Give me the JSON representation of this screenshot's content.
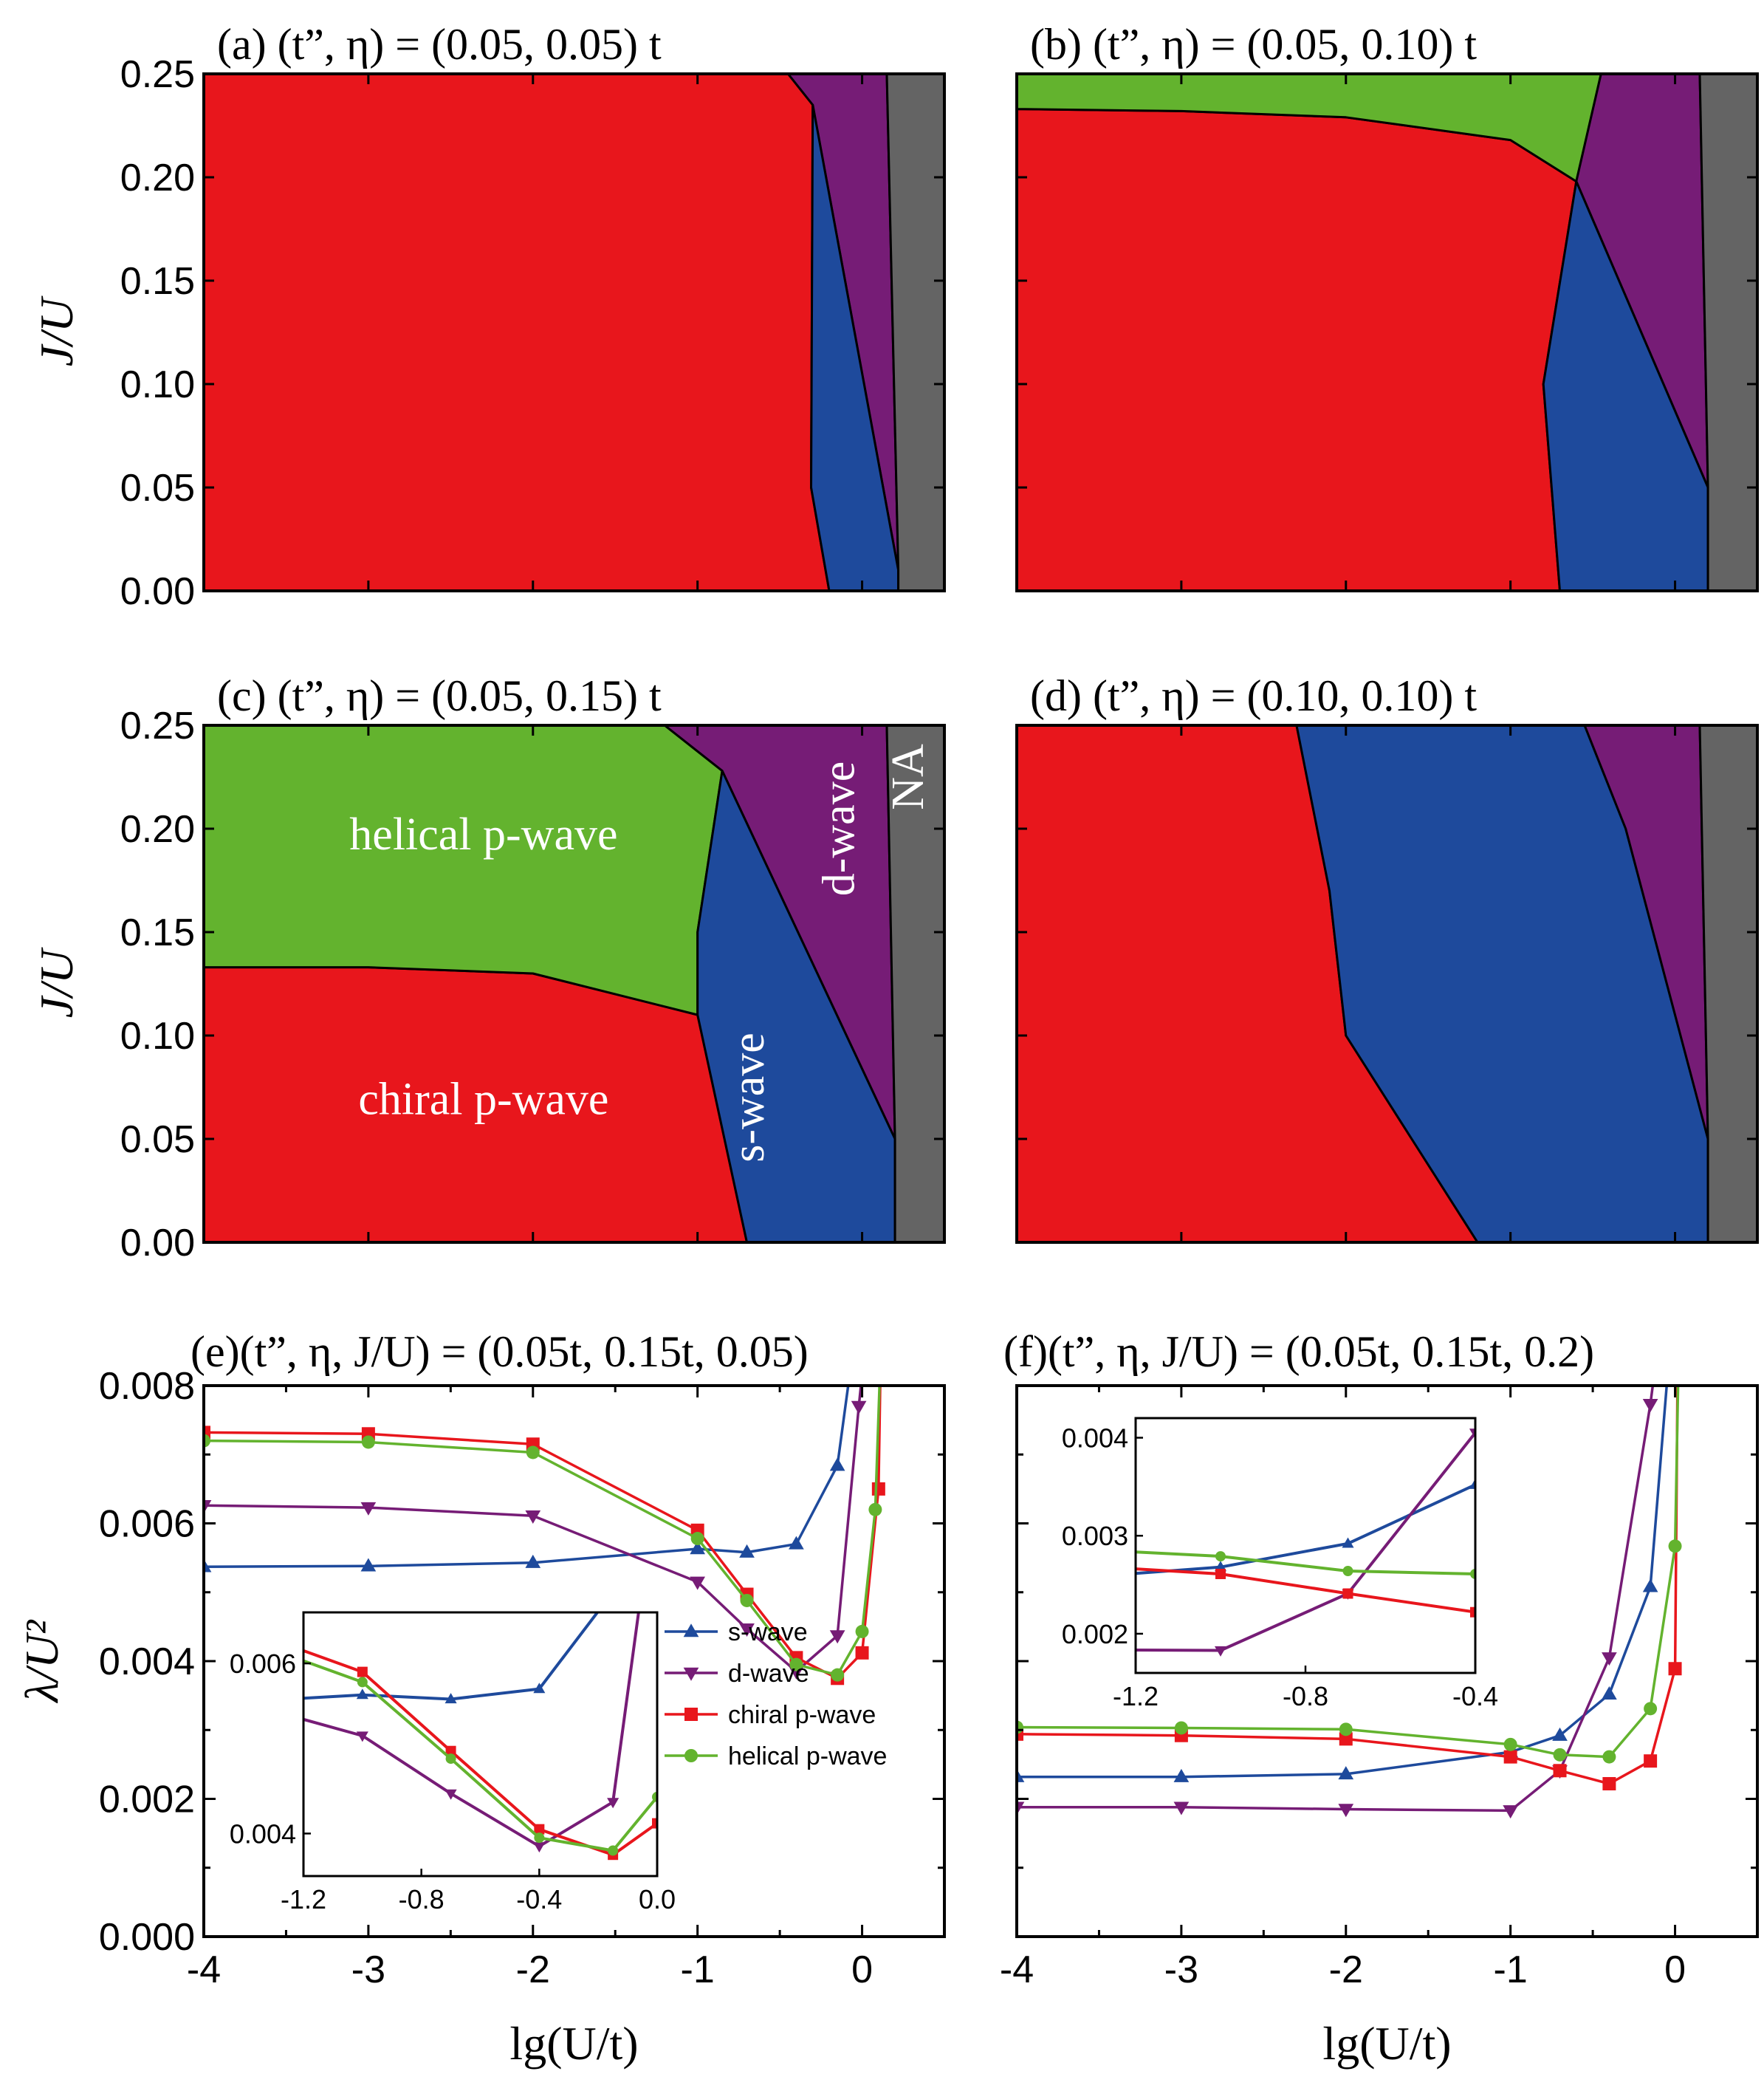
{
  "colors": {
    "chiral": "#e8161c",
    "helical": "#63b32e",
    "swave": "#1e4a9c",
    "dwave": "#761c76",
    "na": "#646464"
  },
  "axes": {
    "phase_ylabel": "J/U",
    "lambda_ylabel": "λ/U²",
    "xlabel": "lg(U/t)"
  },
  "chart_data": [
    {
      "id": "a",
      "type": "area",
      "title": "(a)  (t”, η) = (0.05, 0.05) t",
      "xlim": [
        -4,
        0.5
      ],
      "ylim": [
        0,
        0.25
      ],
      "yticks": [
        "0.00",
        "0.05",
        "0.10",
        "0.15",
        "0.20",
        "0.25"
      ],
      "regions": [
        {
          "phase": "chiral",
          "polygon": [
            [
              -4,
              0
            ],
            [
              -4,
              0.25
            ],
            [
              -0.45,
              0.25
            ],
            [
              -0.3,
              0.235
            ],
            [
              -0.31,
              0.05
            ],
            [
              -0.2,
              0
            ],
            [
              -4,
              0
            ]
          ]
        },
        {
          "phase": "dwave",
          "polygon": [
            [
              -0.45,
              0.25
            ],
            [
              0.15,
              0.25
            ],
            [
              0.22,
              0.01
            ],
            [
              -0.3,
              0.235
            ]
          ]
        },
        {
          "phase": "swave",
          "polygon": [
            [
              -0.3,
              0.235
            ],
            [
              0.22,
              0.01
            ],
            [
              0.22,
              0
            ],
            [
              -0.2,
              0
            ],
            [
              -0.31,
              0.05
            ]
          ]
        },
        {
          "phase": "na",
          "polygon": [
            [
              0.15,
              0.25
            ],
            [
              0.5,
              0.25
            ],
            [
              0.5,
              0
            ],
            [
              0.22,
              0
            ],
            [
              0.22,
              0.01
            ]
          ]
        }
      ]
    },
    {
      "id": "b",
      "type": "area",
      "title": "(b)  (t”, η) = (0.05, 0.10) t",
      "xlim": [
        -4,
        0.5
      ],
      "ylim": [
        0,
        0.25
      ],
      "yticks": [],
      "regions": [
        {
          "phase": "chiral",
          "polygon": [
            [
              -4,
              0
            ],
            [
              -4,
              0.233
            ],
            [
              -3,
              0.232
            ],
            [
              -2,
              0.229
            ],
            [
              -1,
              0.218
            ],
            [
              -0.6,
              0.198
            ],
            [
              -0.8,
              0.1
            ],
            [
              -0.7,
              0
            ],
            [
              -4,
              0
            ]
          ]
        },
        {
          "phase": "helical",
          "polygon": [
            [
              -4,
              0.233
            ],
            [
              -4,
              0.25
            ],
            [
              -0.45,
              0.25
            ],
            [
              -0.6,
              0.198
            ],
            [
              -1,
              0.218
            ],
            [
              -2,
              0.229
            ],
            [
              -3,
              0.232
            ]
          ]
        },
        {
          "phase": "dwave",
          "polygon": [
            [
              -0.45,
              0.25
            ],
            [
              0.15,
              0.25
            ],
            [
              0.2,
              0.05
            ],
            [
              -0.6,
              0.198
            ]
          ]
        },
        {
          "phase": "swave",
          "polygon": [
            [
              -0.6,
              0.198
            ],
            [
              0.2,
              0.05
            ],
            [
              0.2,
              0
            ],
            [
              -0.7,
              0
            ],
            [
              -0.8,
              0.1
            ]
          ]
        },
        {
          "phase": "na",
          "polygon": [
            [
              0.15,
              0.25
            ],
            [
              0.5,
              0.25
            ],
            [
              0.5,
              0
            ],
            [
              0.2,
              0
            ],
            [
              0.2,
              0.05
            ]
          ]
        }
      ]
    },
    {
      "id": "c",
      "type": "area",
      "title": "(c)  (t”, η) = (0.05, 0.15) t",
      "xlim": [
        -4,
        0.5
      ],
      "ylim": [
        0,
        0.25
      ],
      "yticks": [
        "0.00",
        "0.05",
        "0.10",
        "0.15",
        "0.20",
        "0.25"
      ],
      "region_labels": [
        "helical p-wave",
        "chiral p-wave",
        "s-wave",
        "d-wave",
        "NA"
      ],
      "regions": [
        {
          "phase": "chiral",
          "polygon": [
            [
              -4,
              0
            ],
            [
              -4,
              0.133
            ],
            [
              -3,
              0.133
            ],
            [
              -2,
              0.13
            ],
            [
              -1,
              0.11
            ],
            [
              -0.7,
              0
            ],
            [
              -4,
              0
            ]
          ]
        },
        {
          "phase": "helical",
          "polygon": [
            [
              -4,
              0.133
            ],
            [
              -4,
              0.25
            ],
            [
              -1.2,
              0.25
            ],
            [
              -0.85,
              0.228
            ],
            [
              -1,
              0.15
            ],
            [
              -1,
              0.11
            ],
            [
              -2,
              0.13
            ],
            [
              -3,
              0.133
            ]
          ]
        },
        {
          "phase": "dwave",
          "polygon": [
            [
              -1.2,
              0.25
            ],
            [
              0.15,
              0.25
            ],
            [
              0.2,
              0.05
            ],
            [
              -0.85,
              0.228
            ]
          ]
        },
        {
          "phase": "swave",
          "polygon": [
            [
              -0.85,
              0.228
            ],
            [
              0.2,
              0.05
            ],
            [
              0.2,
              0
            ],
            [
              -0.7,
              0
            ],
            [
              -1,
              0.11
            ],
            [
              -1,
              0.15
            ]
          ]
        },
        {
          "phase": "na",
          "polygon": [
            [
              0.15,
              0.25
            ],
            [
              0.5,
              0.25
            ],
            [
              0.5,
              0
            ],
            [
              0.2,
              0
            ],
            [
              0.2,
              0.05
            ]
          ]
        }
      ]
    },
    {
      "id": "d",
      "type": "area",
      "title": "(d)  (t”, η) = (0.10, 0.10) t",
      "xlim": [
        -4,
        0.5
      ],
      "ylim": [
        0,
        0.25
      ],
      "yticks": [],
      "regions": [
        {
          "phase": "chiral",
          "polygon": [
            [
              -4,
              0
            ],
            [
              -4,
              0.25
            ],
            [
              -2.3,
              0.25
            ],
            [
              -2.1,
              0.17
            ],
            [
              -2,
              0.1
            ],
            [
              -1.6,
              0.05
            ],
            [
              -1.2,
              0
            ],
            [
              -4,
              0
            ]
          ]
        },
        {
          "phase": "swave",
          "polygon": [
            [
              -2.3,
              0.25
            ],
            [
              -0.55,
              0.25
            ],
            [
              -0.3,
              0.2
            ],
            [
              0.2,
              0.05
            ],
            [
              0.2,
              0
            ],
            [
              -1.2,
              0
            ],
            [
              -1.6,
              0.05
            ],
            [
              -2,
              0.1
            ],
            [
              -2.1,
              0.17
            ]
          ]
        },
        {
          "phase": "dwave",
          "polygon": [
            [
              -0.55,
              0.25
            ],
            [
              0.15,
              0.25
            ],
            [
              0.2,
              0.05
            ],
            [
              -0.3,
              0.2
            ]
          ]
        },
        {
          "phase": "na",
          "polygon": [
            [
              0.15,
              0.25
            ],
            [
              0.5,
              0.25
            ],
            [
              0.5,
              0
            ],
            [
              0.2,
              0
            ],
            [
              0.2,
              0.05
            ]
          ]
        }
      ]
    },
    {
      "id": "e",
      "type": "line",
      "title": "(e)(t”, η, J/U) = (0.05t, 0.15t, 0.05)",
      "xlim": [
        -4,
        0.5
      ],
      "ylim": [
        0,
        0.008
      ],
      "xticks": [
        "-4",
        "-3",
        "-2",
        "-1",
        "0"
      ],
      "yticks": [
        "0.000",
        "0.002",
        "0.004",
        "0.006",
        "0.008"
      ],
      "series": [
        {
          "name": "s-wave",
          "phase": "swave",
          "marker": "triangle-up",
          "x": [
            -4,
            -3,
            -2,
            -1,
            -0.7,
            -0.4,
            -0.15,
            0
          ],
          "y": [
            0.00537,
            0.00538,
            0.00543,
            0.00563,
            0.00558,
            0.0057,
            0.00684,
            0.0095
          ]
        },
        {
          "name": "d-wave",
          "phase": "dwave",
          "marker": "triangle-down",
          "x": [
            -4,
            -3,
            -2,
            -1,
            -0.7,
            -0.4,
            -0.15,
            -0.02,
            0.1
          ],
          "y": [
            0.00626,
            0.00623,
            0.00611,
            0.00515,
            0.00447,
            0.00385,
            0.00437,
            0.0077,
            0.0105
          ]
        },
        {
          "name": "chiral p-wave",
          "phase": "chiral",
          "marker": "square",
          "x": [
            -4,
            -3,
            -2,
            -1,
            -0.7,
            -0.4,
            -0.15,
            0,
            0.1,
            0.12
          ],
          "y": [
            0.00732,
            0.0073,
            0.00715,
            0.0059,
            0.00497,
            0.00405,
            0.00375,
            0.00412,
            0.0065,
            0.0095
          ]
        },
        {
          "name": "helical p-wave",
          "phase": "helical",
          "marker": "circle",
          "x": [
            -4,
            -3,
            -2,
            -1,
            -0.7,
            -0.4,
            -0.15,
            0,
            0.08,
            0.12
          ],
          "y": [
            0.0072,
            0.00718,
            0.00703,
            0.00578,
            0.00488,
            0.00395,
            0.0038,
            0.00443,
            0.0062,
            0.009
          ]
        }
      ],
      "inset": {
        "xlim": [
          -1.2,
          0
        ],
        "ylim": [
          0.0035,
          0.0066
        ],
        "xticks": [
          "-1.2",
          "-0.8",
          "-0.4",
          "0.0"
        ],
        "yticks": [
          "0.004",
          "0.006"
        ]
      },
      "legend": {
        "position": "right"
      }
    },
    {
      "id": "f",
      "type": "line",
      "title": "(f)(t”, η, J/U) = (0.05t, 0.15t, 0.2)",
      "xlim": [
        -4,
        0.5
      ],
      "ylim": [
        0,
        0.008
      ],
      "xticks": [
        "-4",
        "-3",
        "-2",
        "-1",
        "0"
      ],
      "yticks": [],
      "series": [
        {
          "name": "s-wave",
          "phase": "swave",
          "marker": "triangle-up",
          "x": [
            -4,
            -3,
            -2,
            -1,
            -0.7,
            -0.4,
            -0.15,
            0
          ],
          "y": [
            0.00232,
            0.00232,
            0.00236,
            0.00268,
            0.00292,
            0.00352,
            0.00508,
            0.0095
          ]
        },
        {
          "name": "d-wave",
          "phase": "dwave",
          "marker": "triangle-down",
          "x": [
            -4,
            -3,
            -2,
            -1,
            -0.7,
            -0.4,
            -0.15,
            0
          ],
          "y": [
            0.00188,
            0.00188,
            0.00185,
            0.00183,
            0.00241,
            0.00405,
            0.00773,
            0.0105
          ]
        },
        {
          "name": "chiral p-wave",
          "phase": "chiral",
          "marker": "square",
          "x": [
            -4,
            -3,
            -2,
            -1,
            -0.7,
            -0.4,
            -0.15,
            0,
            0.02
          ],
          "y": [
            0.00294,
            0.00292,
            0.00287,
            0.00261,
            0.00241,
            0.00222,
            0.00255,
            0.00389,
            0.0095
          ]
        },
        {
          "name": "helical p-wave",
          "phase": "helical",
          "marker": "circle",
          "x": [
            -4,
            -3,
            -2,
            -1,
            -0.7,
            -0.4,
            -0.15,
            0,
            0.03
          ],
          "y": [
            0.00304,
            0.00303,
            0.00301,
            0.00279,
            0.00264,
            0.00261,
            0.00331,
            0.00567,
            0.0095
          ]
        }
      ],
      "inset": {
        "xlim": [
          -1.2,
          -0.4
        ],
        "ylim": [
          0.0016,
          0.0042
        ],
        "xticks": [
          "-1.2",
          "-0.8",
          "-0.4"
        ],
        "yticks": [
          "0.002",
          "0.003",
          "0.004"
        ]
      }
    }
  ]
}
